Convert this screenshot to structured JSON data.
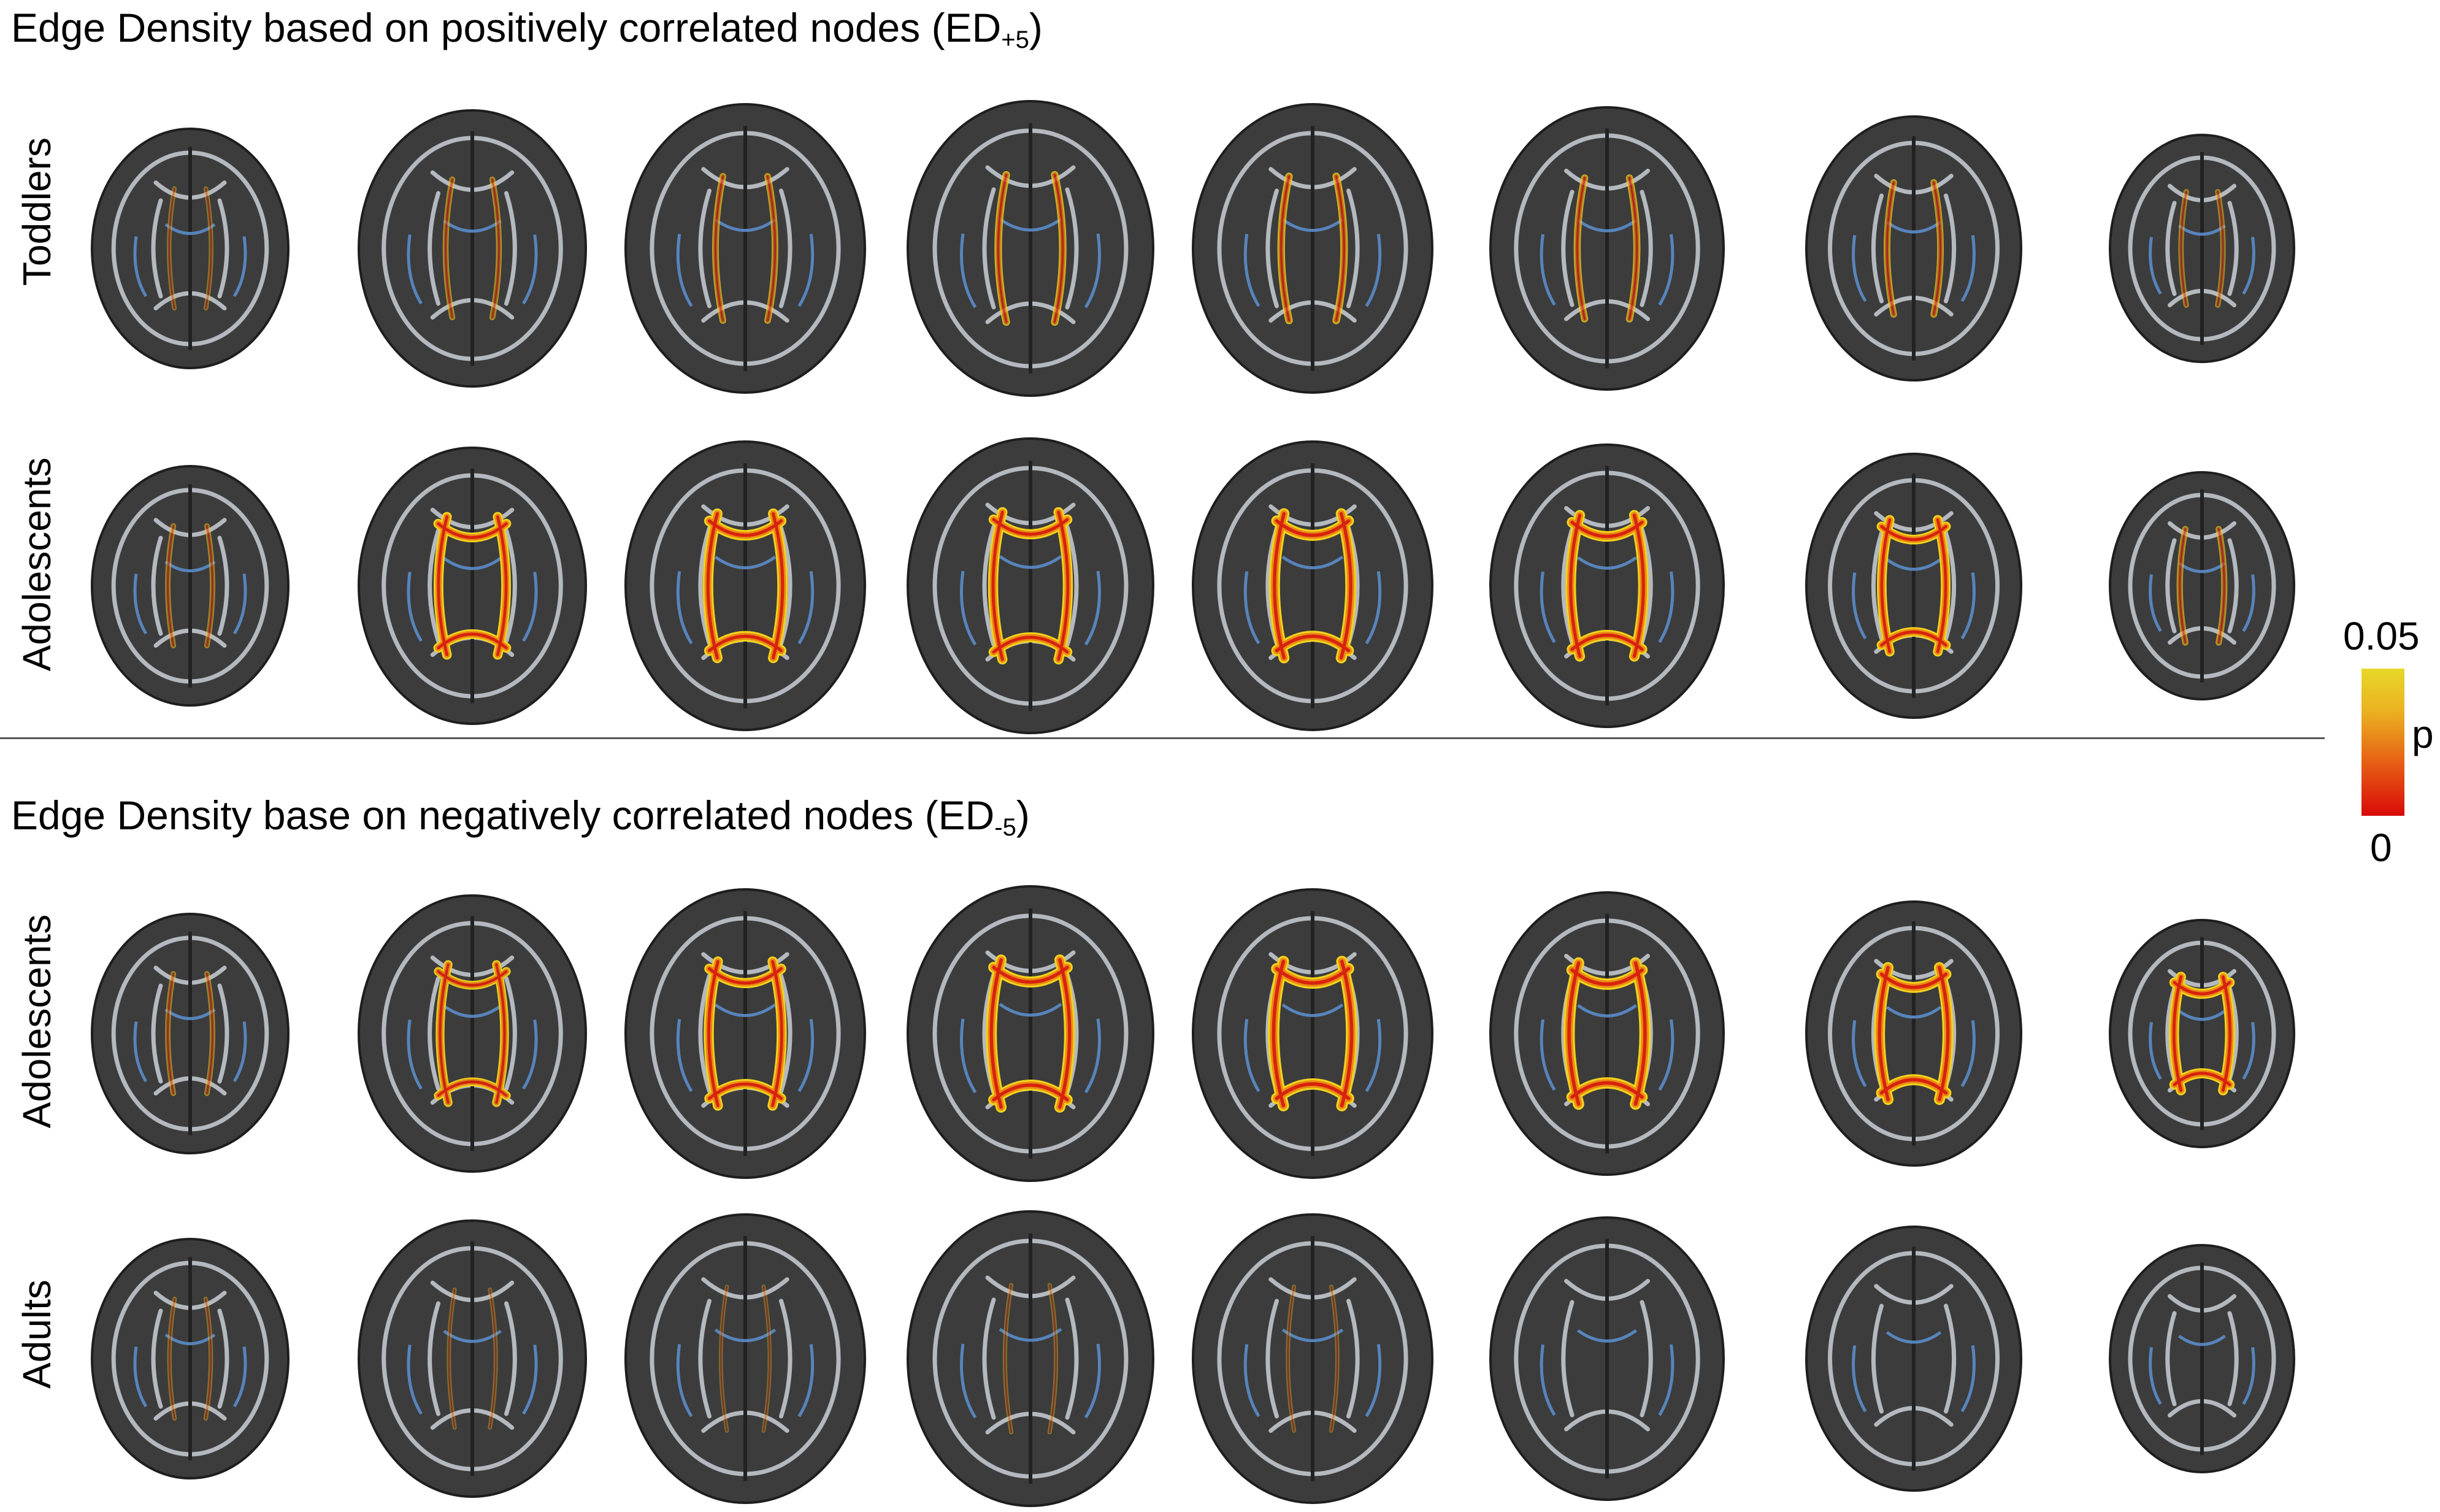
{
  "figure": {
    "top_section": {
      "title": "Edge Density based on positively correlated nodes (ED",
      "title_sub": "+5",
      "title_end": ")",
      "rows": [
        {
          "label": "Toddlers",
          "highlight_level": [
            0.1,
            0.25,
            0.35,
            0.45,
            0.45,
            0.4,
            0.35,
            0.2
          ]
        },
        {
          "label": "Adolescents",
          "highlight_level": [
            0.2,
            0.7,
            0.8,
            0.75,
            0.85,
            0.8,
            0.7,
            0.3
          ]
        }
      ]
    },
    "bottom_section": {
      "title": "Edge Density base on negatively correlated nodes (ED",
      "title_sub": "-5",
      "title_end": ")",
      "rows": [
        {
          "label": "Adolescents",
          "highlight_level": [
            0.2,
            0.6,
            0.75,
            0.85,
            0.9,
            0.9,
            0.85,
            0.75
          ]
        },
        {
          "label": "Adults",
          "highlight_level": [
            0.08,
            0.05,
            0.03,
            0.06,
            0.05,
            0,
            0,
            0
          ]
        }
      ]
    },
    "colorbar": {
      "max_label": "0.05",
      "min_label": "0",
      "variable_label": "p",
      "colors": [
        "#e8d82a",
        "#e65d14",
        "#d80a0a"
      ]
    },
    "colors": {
      "brain_background": "#3c3c3c",
      "white_matter": "#c9cfd6",
      "tract_blue": "#5b8cc9",
      "highlight_yellow": "#f1d21c",
      "highlight_orange": "#ea8a14",
      "highlight_red": "#d8220e"
    }
  }
}
